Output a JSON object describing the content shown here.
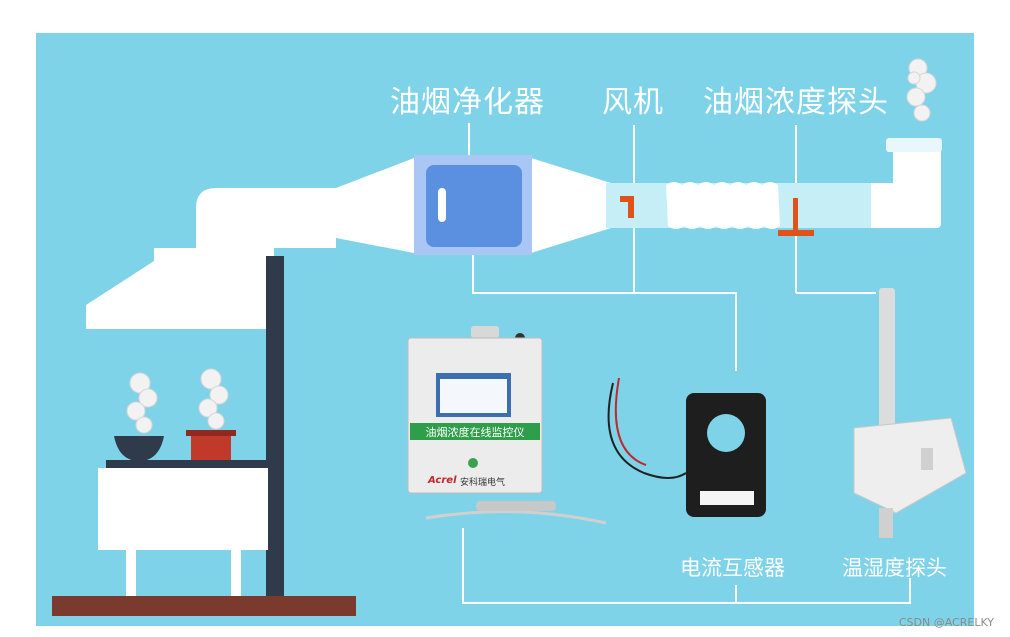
{
  "labels": {
    "purifier": "油烟净化器",
    "fan": "风机",
    "smoke_probe": "油烟浓度探头",
    "ct": "电流互感器",
    "th_probe": "温湿度探头"
  },
  "monitor": {
    "banner": "油烟浓度在线监控仪",
    "brand": "Acrel",
    "brand_cn": "安科瑞电气"
  },
  "watermark": "CSDN @ACRELKY",
  "colors": {
    "sky": "#7fd3e8",
    "duct": "#ffffff",
    "purifier": "#5b8fe0",
    "marker": "#e0521a",
    "floor": "#7a3b2e",
    "pillar": "#2f3a4a"
  }
}
